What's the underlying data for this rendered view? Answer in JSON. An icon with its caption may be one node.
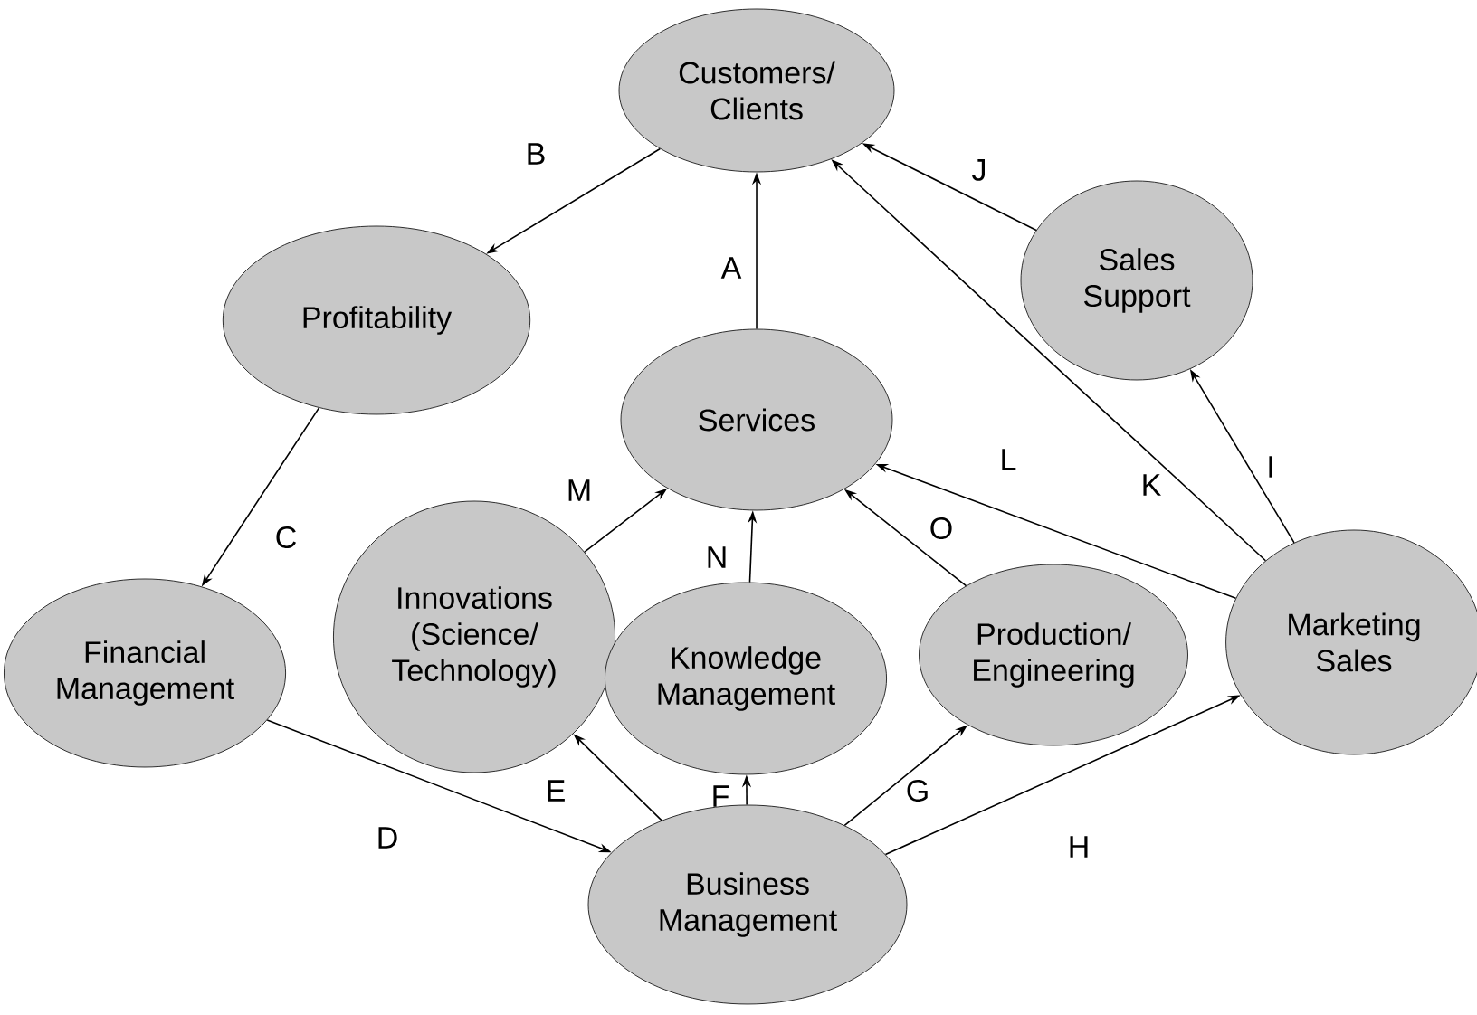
{
  "diagram": {
    "nodes": [
      {
        "text": [
          "Customers/ Clients"
        ]
      },
      {
        "text": [
          "Profitability"
        ]
      },
      {
        "text": [
          "Sales Support"
        ]
      },
      {
        "text": [
          "Services"
        ]
      },
      {
        "text": [
          "Financial Management"
        ]
      },
      {
        "text": [
          "Innovations (Science/ Technology)"
        ]
      },
      {
        "text": [
          "Knowledge Management"
        ]
      },
      {
        "text": [
          "Production/ Engineering"
        ]
      },
      {
        "text": [
          "Marketing Sales"
        ]
      },
      {
        "text": [
          "Business Management"
        ]
      }
    ],
    "edges": [
      {
        "from": 3,
        "to": 0,
        "arrow": "to",
        "label": "A"
      },
      {
        "from": 0,
        "to": 1,
        "arrow": "to",
        "label": "B"
      },
      {
        "from": 1,
        "to": 4,
        "arrow": "to",
        "label": "C"
      },
      {
        "from": 4,
        "to": 9,
        "arrow": "to",
        "label": "D"
      },
      {
        "from": 9,
        "to": 5,
        "arrow": "to",
        "label": "E"
      },
      {
        "from": 9,
        "to": 6,
        "arrow": "to",
        "label": "F"
      },
      {
        "from": 9,
        "to": 7,
        "arrow": "to",
        "label": "G"
      },
      {
        "from": 9,
        "to": 8,
        "arrow": "to",
        "label": "H"
      },
      {
        "from": 8,
        "to": 2,
        "arrow": "to",
        "label": "I"
      },
      {
        "from": 2,
        "to": 0,
        "arrow": "to",
        "label": "J"
      },
      {
        "from": 8,
        "to": 0,
        "arrow": "to",
        "label": "K"
      },
      {
        "from": 8,
        "to": 3,
        "arrow": "to",
        "label": "L"
      },
      {
        "from": 5,
        "to": 3,
        "arrow": "to",
        "label": "M"
      },
      {
        "from": 6,
        "to": 3,
        "arrow": "to",
        "label": "N"
      },
      {
        "from": 7,
        "to": 3,
        "arrow": "to",
        "label": "O"
      }
    ]
  }
}
